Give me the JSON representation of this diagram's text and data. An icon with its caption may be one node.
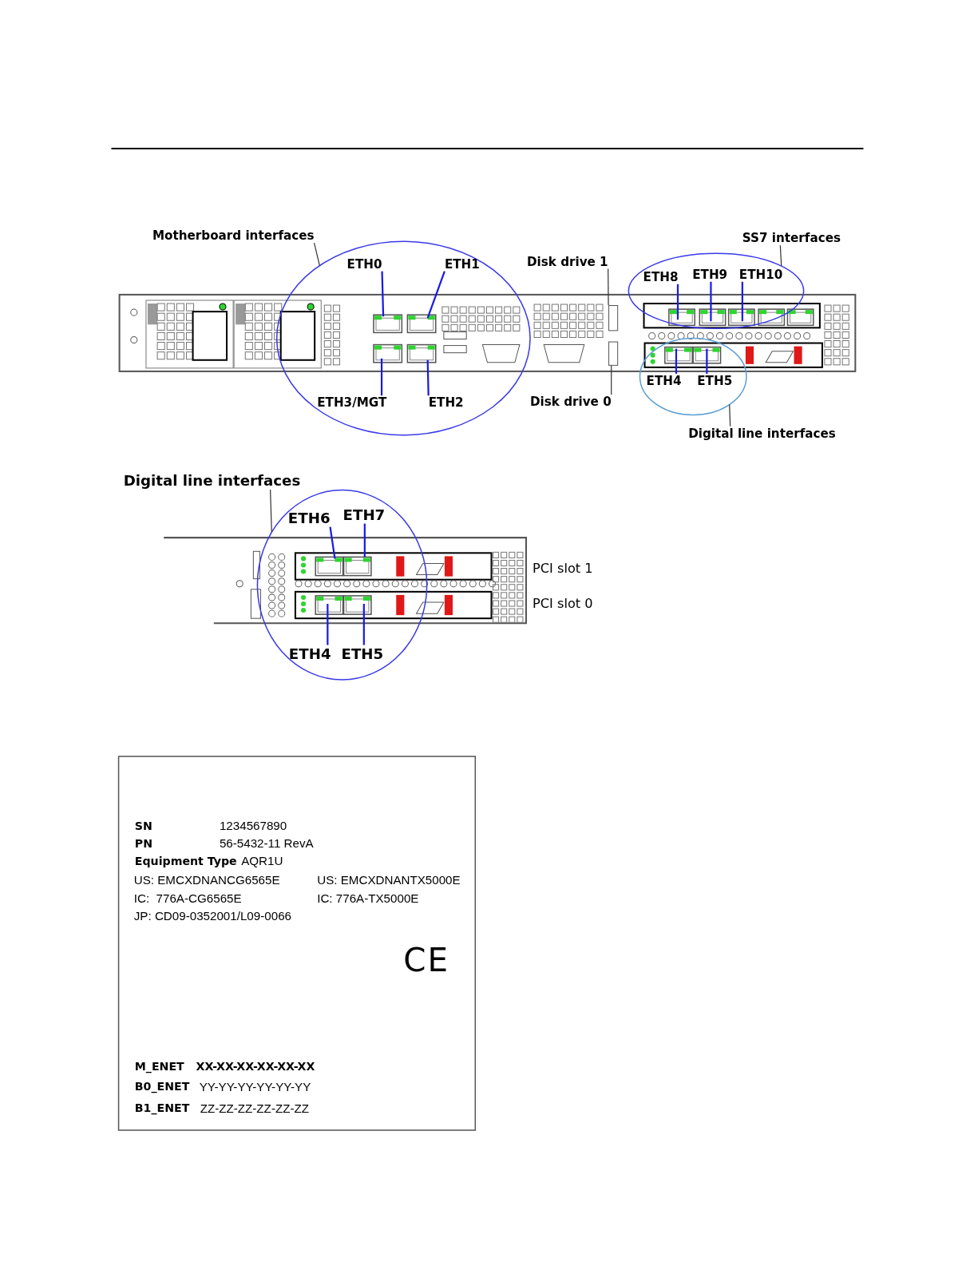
{
  "diagram": {
    "nodes": [
      {
        "text": [
          "Motherboard interfaces"
        ]
      },
      {
        "text": [],
        "shape": "circle"
      },
      {
        "text": [
          "ETH0"
        ],
        "in": 1
      },
      {
        "text": [
          "ETH1"
        ],
        "in": 1
      },
      {
        "text": [
          "ETH3/MGT"
        ],
        "in": 1
      },
      {
        "text": [
          "ETH2"
        ],
        "in": 1
      },
      {
        "text": [
          "Disk drive 1"
        ]
      },
      {
        "text": [
          "Disk drive 0"
        ]
      },
      {
        "text": [
          "SS7 interfaces"
        ]
      },
      {
        "text": [],
        "shape": "circle"
      },
      {
        "text": [
          "ETH8"
        ],
        "in": 9
      },
      {
        "text": [
          "ETH9"
        ],
        "in": 9
      },
      {
        "text": [
          "ETH10"
        ],
        "in": 9
      },
      {
        "text": [],
        "shape": "circle"
      },
      {
        "text": [
          "ETH4"
        ],
        "in": 13
      },
      {
        "text": [
          "ETH5"
        ],
        "in": 13
      },
      {
        "text": [
          "Digital line interfaces"
        ]
      },
      {
        "text": [
          "Digital line interfaces"
        ]
      },
      {
        "text": [],
        "shape": "circle"
      },
      {
        "text": [
          "ETH6"
        ],
        "in": 18
      },
      {
        "text": [
          "ETH7"
        ],
        "in": 18
      },
      {
        "text": [
          "ETH4"
        ],
        "in": 18
      },
      {
        "text": [
          "ETH5"
        ],
        "in": 18
      },
      {
        "text": [],
        "shape": "box"
      },
      {
        "text": [],
        "shape": "box"
      }
    ],
    "edges": [
      {
        "from": 0,
        "to": 1,
        "arrow": "none",
        "color": "#333333"
      },
      {
        "from": 2,
        "to": null,
        "arrow": "none"
      },
      {
        "from": 3,
        "to": null,
        "arrow": "none"
      },
      {
        "from": 4,
        "to": null,
        "arrow": "none"
      },
      {
        "from": 5,
        "to": null,
        "arrow": "none"
      },
      {
        "from": 6,
        "to": 23,
        "arrow": "none",
        "color": "#333333"
      },
      {
        "from": 7,
        "to": 24,
        "arrow": "none",
        "color": "#333333"
      },
      {
        "from": 8,
        "to": 9,
        "arrow": "none",
        "color": "#333333"
      },
      {
        "from": 10,
        "to": null,
        "arrow": "none"
      },
      {
        "from": 11,
        "to": null,
        "arrow": "none"
      },
      {
        "from": 12,
        "to": null,
        "arrow": "none"
      },
      {
        "from": 14,
        "to": null,
        "arrow": "none"
      },
      {
        "from": 15,
        "to": null,
        "arrow": "none"
      },
      {
        "from": 16,
        "to": 13,
        "arrow": "none",
        "color": "#333333"
      },
      {
        "from": 17,
        "to": 18,
        "arrow": "none",
        "color": "#333333"
      },
      {
        "from": 19,
        "to": null,
        "arrow": "none"
      },
      {
        "from": 20,
        "to": null,
        "arrow": "none"
      },
      {
        "from": 21,
        "to": null,
        "arrow": "none"
      },
      {
        "from": 22,
        "to": null,
        "arrow": "none"
      }
    ],
    "labels": [
      "PCI slot 1",
      "PCI slot 0",
      "SN",
      "1234567890",
      "PN",
      "56-5432-11 RevA",
      "Equipment Type",
      "AQR1U",
      "US: EMCXDNANCG6565E",
      "US: EMCXDNANTX5000E",
      "IC:  776A-CG6565E",
      "IC: 776A-TX5000E",
      "JP: CD09-0352001/L09-0066",
      "CE",
      "M_ENET",
      "XX-XX-XX-XX-XX-XX",
      "B0_ENET",
      "YY-YY-YY-YY-YY-YY",
      "B1_ENET",
      "ZZ-ZZ-ZZ-ZZ-ZZ-ZZ"
    ]
  }
}
